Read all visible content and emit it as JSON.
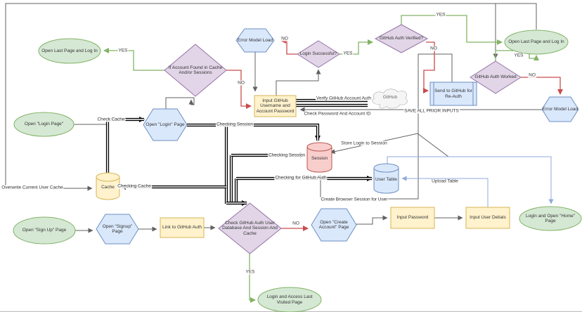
{
  "diagram": {
    "nodes": {
      "open_last_left": "Open Last Page and Log In",
      "if_account_found": "If Account Found in Cache And/or Sessions",
      "error_model_top": "Error Model Load",
      "login_successful": "Login Successful?",
      "github_auth_verified": "GitHub Auth Verified?",
      "open_last_right": "Open Last Page and Log In",
      "github_auth_worked": "GitHub Auth Worked",
      "send_reauth": "Send to GitHub for Re-Auth",
      "error_model_right": "Error Model Load",
      "input_github": "Input GitHub Username and Account Password",
      "github_cloud": "GitHub",
      "open_login_page_ellipse": "Open \"Login Page\"",
      "open_login_hex": "Open \"Login\" Page",
      "session": "Session",
      "user_table": "User Table",
      "cache": "Cache",
      "open_signup_ellipse": "Open \"Sign Up\" Page",
      "open_signup_hex": "Open \"Signup\" Page",
      "link_github": "Link to GitHub Auth",
      "check_github_db": "Check GitHub Auth User Database And Session And Cache",
      "open_create_account": "Open \"Create Account\" Page",
      "input_password": "Input Password",
      "input_user_details": "Input User Detials",
      "login_home": "Login and Open \"Home\" Page",
      "login_access_last": "Login and Access Last Visited Page"
    },
    "labels": {
      "yes": "YES",
      "no": "NO",
      "check_cache": "Check Cache",
      "checking_session": "Checking Session",
      "checking_cache": "Checking Cache",
      "checking_github_auth": "Checking for GitHub Auth",
      "overwrite_cache": "Overwrite Current User Cache",
      "verify_github": "Verify GitHub Account Auth",
      "check_password": "Check Password And Account ID",
      "save_inputs": "SAVE ALL PRIOR INPUTS",
      "store_login": "Store Login to Session",
      "upload_table": "Upload Table",
      "create_browser_session": "Create Browser Session for User"
    },
    "colors": {
      "green_fill": "#d5e8d4",
      "green_stroke": "#82b366",
      "blue_fill": "#dae8fc",
      "blue_stroke": "#6c8ebf",
      "purple_fill": "#e1d5e7",
      "purple_stroke": "#9673a6",
      "yellow_fill": "#fff2cc",
      "yellow_stroke": "#d6b656",
      "red_fill": "#f8cecc",
      "red_stroke": "#b85450",
      "cloud_fill": "#f5f5f5",
      "cloud_stroke": "#999999",
      "edge_gray": "#616161",
      "edge_green": "#82b366",
      "edge_red": "#c94c4c",
      "edge_blue": "#8faadc",
      "edge_black": "#000000"
    }
  }
}
